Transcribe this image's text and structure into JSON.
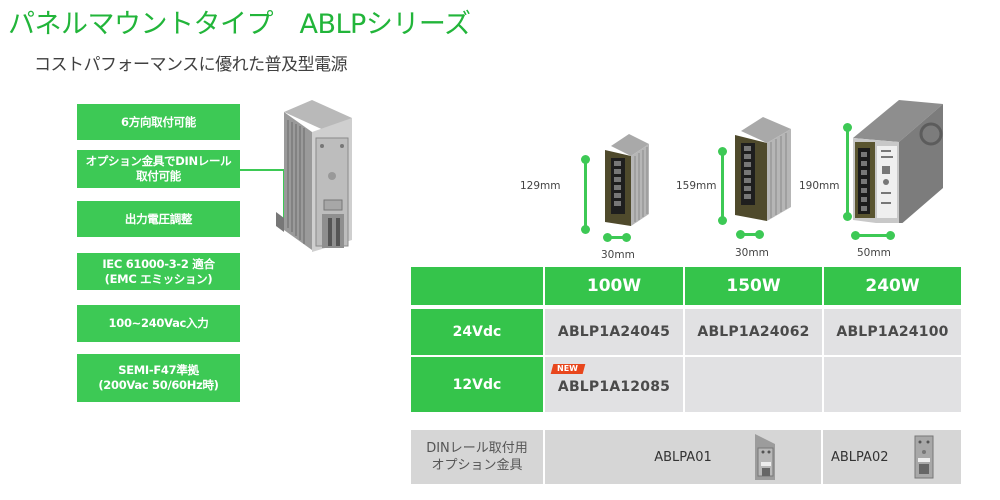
{
  "header": {
    "title": "パネルマウントタイプ　ABLPシリーズ",
    "subtitle": "コストパフォーマンスに優れた普及型電源"
  },
  "features": [
    {
      "label": "6方向取付可能"
    },
    {
      "label": "オプション金具でDINレール\n取付可能"
    },
    {
      "label": "出力電圧調整"
    },
    {
      "label": "IEC 61000-3-2 適合\n(EMC エミッション)"
    },
    {
      "label": "100~240Vac入力"
    },
    {
      "label": "SEMI-F47準拠\n(200Vac 50/60Hz時)"
    }
  ],
  "products": [
    {
      "height": "129mm",
      "width": "30mm",
      "image": "psu-100w-image"
    },
    {
      "height": "159mm",
      "width": "30mm",
      "image": "psu-150w-image"
    },
    {
      "height": "190mm",
      "width": "50mm",
      "image": "psu-240w-image"
    }
  ],
  "table": {
    "columns": [
      "",
      "100W",
      "150W",
      "240W"
    ],
    "rows": [
      {
        "voltage": "24Vdc",
        "cells": [
          "ABLP1A24045",
          "ABLP1A24062",
          "ABLP1A24100"
        ]
      },
      {
        "voltage": "12Vdc",
        "cells": [
          "ABLP1A12085",
          "",
          ""
        ],
        "badge": "NEW"
      }
    ],
    "accessory": {
      "label": "DINレール取付用\nオプション金具",
      "items": [
        {
          "model": "ABLPA01",
          "image": "din-bracket-angled-image"
        },
        {
          "model": "ABLPA02",
          "image": "din-bracket-flat-image"
        }
      ]
    }
  },
  "colors": {
    "brand_green": "#35c44b",
    "title_green": "#22b53a",
    "cell_gray": "#e1e1e3",
    "new_badge": "#e8461c"
  }
}
